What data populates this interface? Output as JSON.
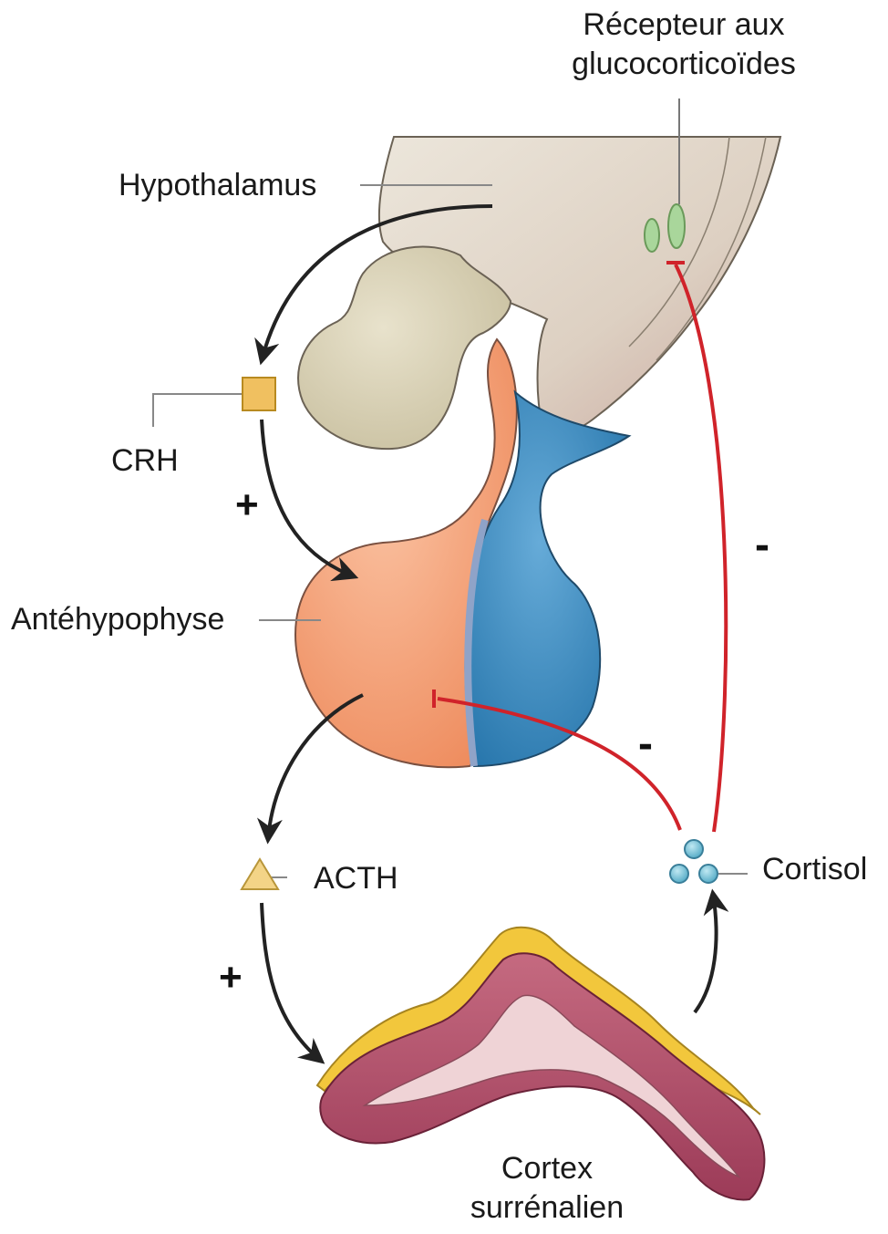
{
  "labels": {
    "receptor_line1": "Récepteur aux",
    "receptor_line2": "glucocorticoïdes",
    "hypothalamus": "Hypothalamus",
    "crh": "CRH",
    "antehypophyse": "Antéhypophyse",
    "acth": "ACTH",
    "cortisol": "Cortisol",
    "cortex_line1": "Cortex",
    "cortex_line2": "surrénalien"
  },
  "signs": {
    "crh_to_pituitary": "+",
    "acth_to_cortex": "+",
    "cortisol_to_pituitary": "-",
    "cortisol_to_hypothalamus": "-"
  },
  "colors": {
    "hypothalamus_tissue": "#d9cdb8",
    "stalk_beige": "#d8d0b4",
    "anterior_pituitary": "#f6a47c",
    "posterior_pituitary": "#3f8fc6",
    "receptor": "#a9d69b",
    "crh_square": "#f0c060",
    "acth_triangle": "#f3d487",
    "cortisol_dots": "#6fc2d8",
    "adrenal_cortex": "#b8566e",
    "adrenal_capsule": "#f2c73c",
    "stimulation_arrow": "#222222",
    "inhibition_arrow": "#d0232a"
  }
}
